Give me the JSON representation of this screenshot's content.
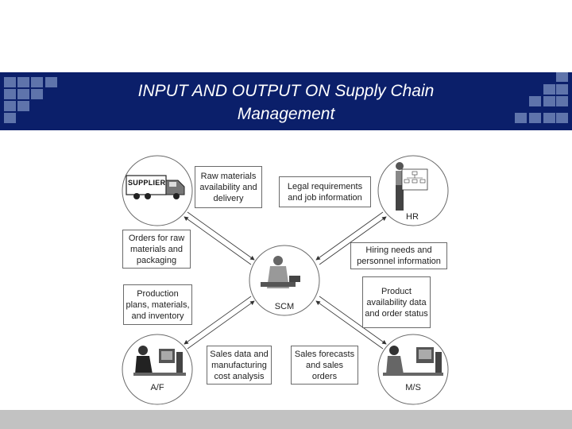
{
  "slide": {
    "title_line1": "INPUT AND OUTPUT ON Supply Chain",
    "title_line2": "Management"
  },
  "diagram": {
    "nodes": {
      "supplier": "SUPPLIER",
      "hr": "HR",
      "scm": "SCM",
      "af": "A/F",
      "ms": "M/S"
    },
    "boxes": {
      "raw_materials": "Raw materials availability and delivery",
      "legal": "Legal requirements and job information",
      "orders": "Orders for raw materials and packaging",
      "hiring": "Hiring needs and personnel information",
      "production": "Production plans, materials, and inventory",
      "product_availability": "Product availability data and order status",
      "sales_data": "Sales data and manufacturing cost analysis",
      "sales_forecasts": "Sales forecasts and sales orders"
    }
  },
  "colors": {
    "banner": "#0b1f6a",
    "banner_squares": "#5f74ab",
    "footer": "#c2c2c2"
  }
}
